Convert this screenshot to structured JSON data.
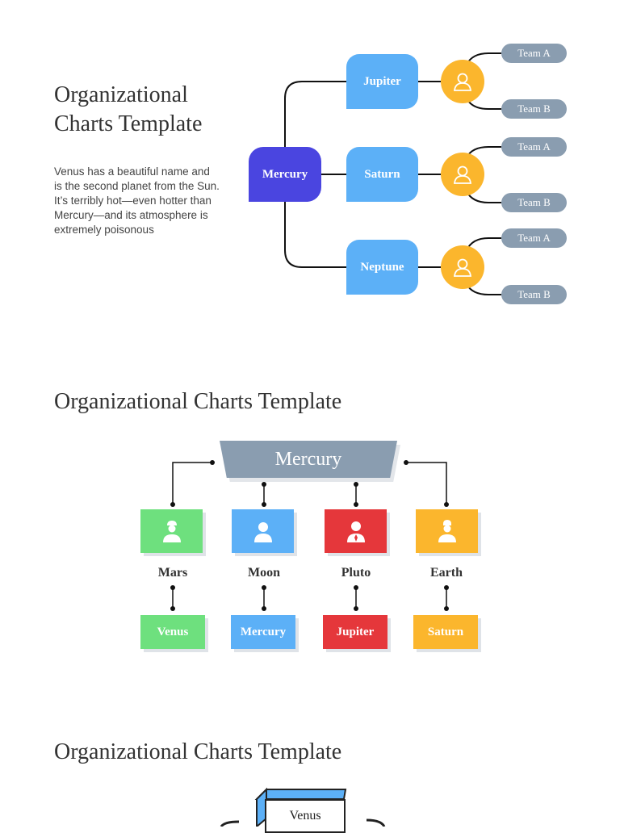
{
  "section1": {
    "title": "Organizational Charts Template",
    "description": "Venus has a beautiful name and is the second planet from the Sun. It’s terribly hot—even hotter than Mercury—and its atmosphere is extremely poisonous",
    "root": "Mercury",
    "branches": [
      {
        "planet": "Jupiter",
        "teams": [
          "Team A",
          "Team B"
        ]
      },
      {
        "planet": "Saturn",
        "teams": [
          "Team A",
          "Team B"
        ]
      },
      {
        "planet": "Neptune",
        "teams": [
          "Team A",
          "Team B"
        ]
      }
    ],
    "colors": {
      "root": "#4a45e0",
      "planet": "#5cb0f7",
      "avatar": "#fbb62d",
      "team": "#8a9db0"
    }
  },
  "section2": {
    "title": "Organizational Charts Template",
    "root": "Mercury",
    "columns": [
      {
        "label": "Mars",
        "sub": "Venus",
        "color": "#6ee07e"
      },
      {
        "label": "Moon",
        "sub": "Mercury",
        "color": "#5cb0f7"
      },
      {
        "label": "Pluto",
        "sub": "Jupiter",
        "color": "#e5373b"
      },
      {
        "label": "Earth",
        "sub": "Saturn",
        "color": "#fbb62d"
      }
    ]
  },
  "section3": {
    "title": "Organizational Charts Template",
    "root": "Venus",
    "root_color": "#5cb0f7"
  }
}
